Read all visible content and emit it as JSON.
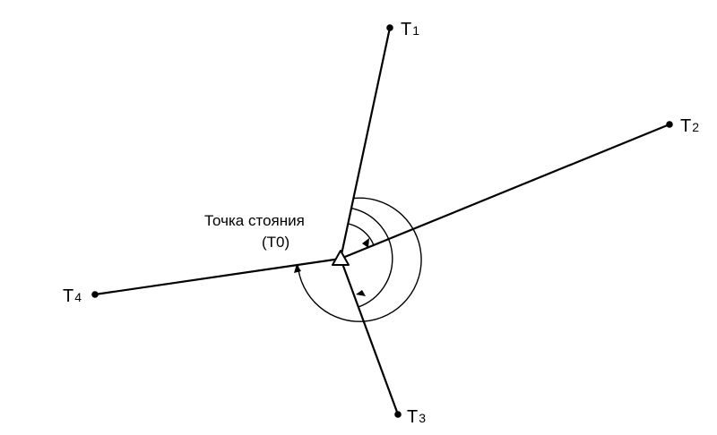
{
  "station": {
    "label": "Точка стояния",
    "code_prefix": "(T",
    "code_sub": "0",
    "code_suffix": ")"
  },
  "targets": [
    {
      "letter": "T",
      "sub": "1"
    },
    {
      "letter": "T",
      "sub": "2"
    },
    {
      "letter": "T",
      "sub": "3"
    },
    {
      "letter": "T",
      "sub": "4"
    }
  ],
  "colors": {
    "line": "#000000",
    "background": "#ffffff"
  }
}
